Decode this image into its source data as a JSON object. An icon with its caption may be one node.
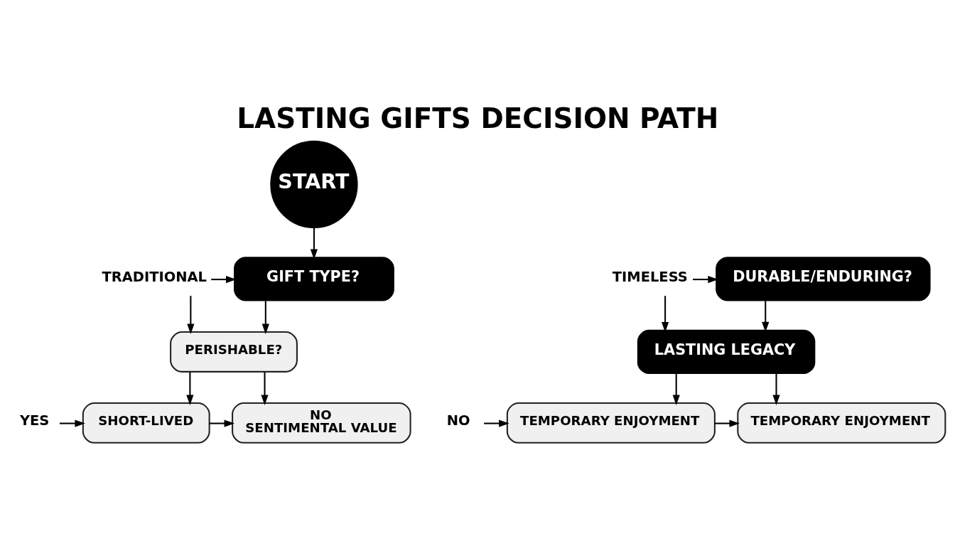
{
  "diagram": {
    "title": "LASTING GIFTS DECISION PATH",
    "nodes": [
      {
        "text": [
          "START"
        ]
      },
      {
        "text": [
          "TRADITIONAL"
        ]
      },
      {
        "text": [
          "GIFT TYPE?"
        ]
      },
      {
        "text": [
          "PERISHABLE?"
        ]
      },
      {
        "text": [
          "YES"
        ]
      },
      {
        "text": [
          "SHORT-LIVED"
        ]
      },
      {
        "text": [
          "NO",
          "SENTIMENTAL VALUE"
        ]
      },
      {
        "text": [
          "TIMELESS"
        ]
      },
      {
        "text": [
          "DURABLE/ENDURING?"
        ]
      },
      {
        "text": [
          "LASTING LEGACY"
        ]
      },
      {
        "text": [
          "NO"
        ]
      },
      {
        "text": [
          "TEMPORARY ENJOYMENT"
        ]
      },
      {
        "text": [
          "TEMPORARY ENJOYMENT"
        ]
      }
    ],
    "edges": [
      {
        "from": 0,
        "to": 2,
        "arrow": "to"
      },
      {
        "from": 1,
        "to": 2,
        "arrow": "to"
      },
      {
        "from": 2,
        "to": 3,
        "arrow": "to"
      },
      {
        "from": 1,
        "to": 3,
        "arrow": "to"
      },
      {
        "from": 3,
        "to": 5,
        "arrow": "to"
      },
      {
        "from": 3,
        "to": 6,
        "arrow": "to"
      },
      {
        "from": 4,
        "to": 5,
        "arrow": "to"
      },
      {
        "from": 5,
        "to": 6,
        "arrow": "to"
      },
      {
        "from": 7,
        "to": 8,
        "arrow": "to"
      },
      {
        "from": 8,
        "to": 9,
        "arrow": "to"
      },
      {
        "from": 7,
        "to": 9,
        "arrow": "to"
      },
      {
        "from": 9,
        "to": 11,
        "arrow": "to"
      },
      {
        "from": 9,
        "to": 12,
        "arrow": "to"
      },
      {
        "from": 10,
        "to": 11,
        "arrow": "to"
      },
      {
        "from": 11,
        "to": 12,
        "arrow": "to"
      }
    ]
  }
}
